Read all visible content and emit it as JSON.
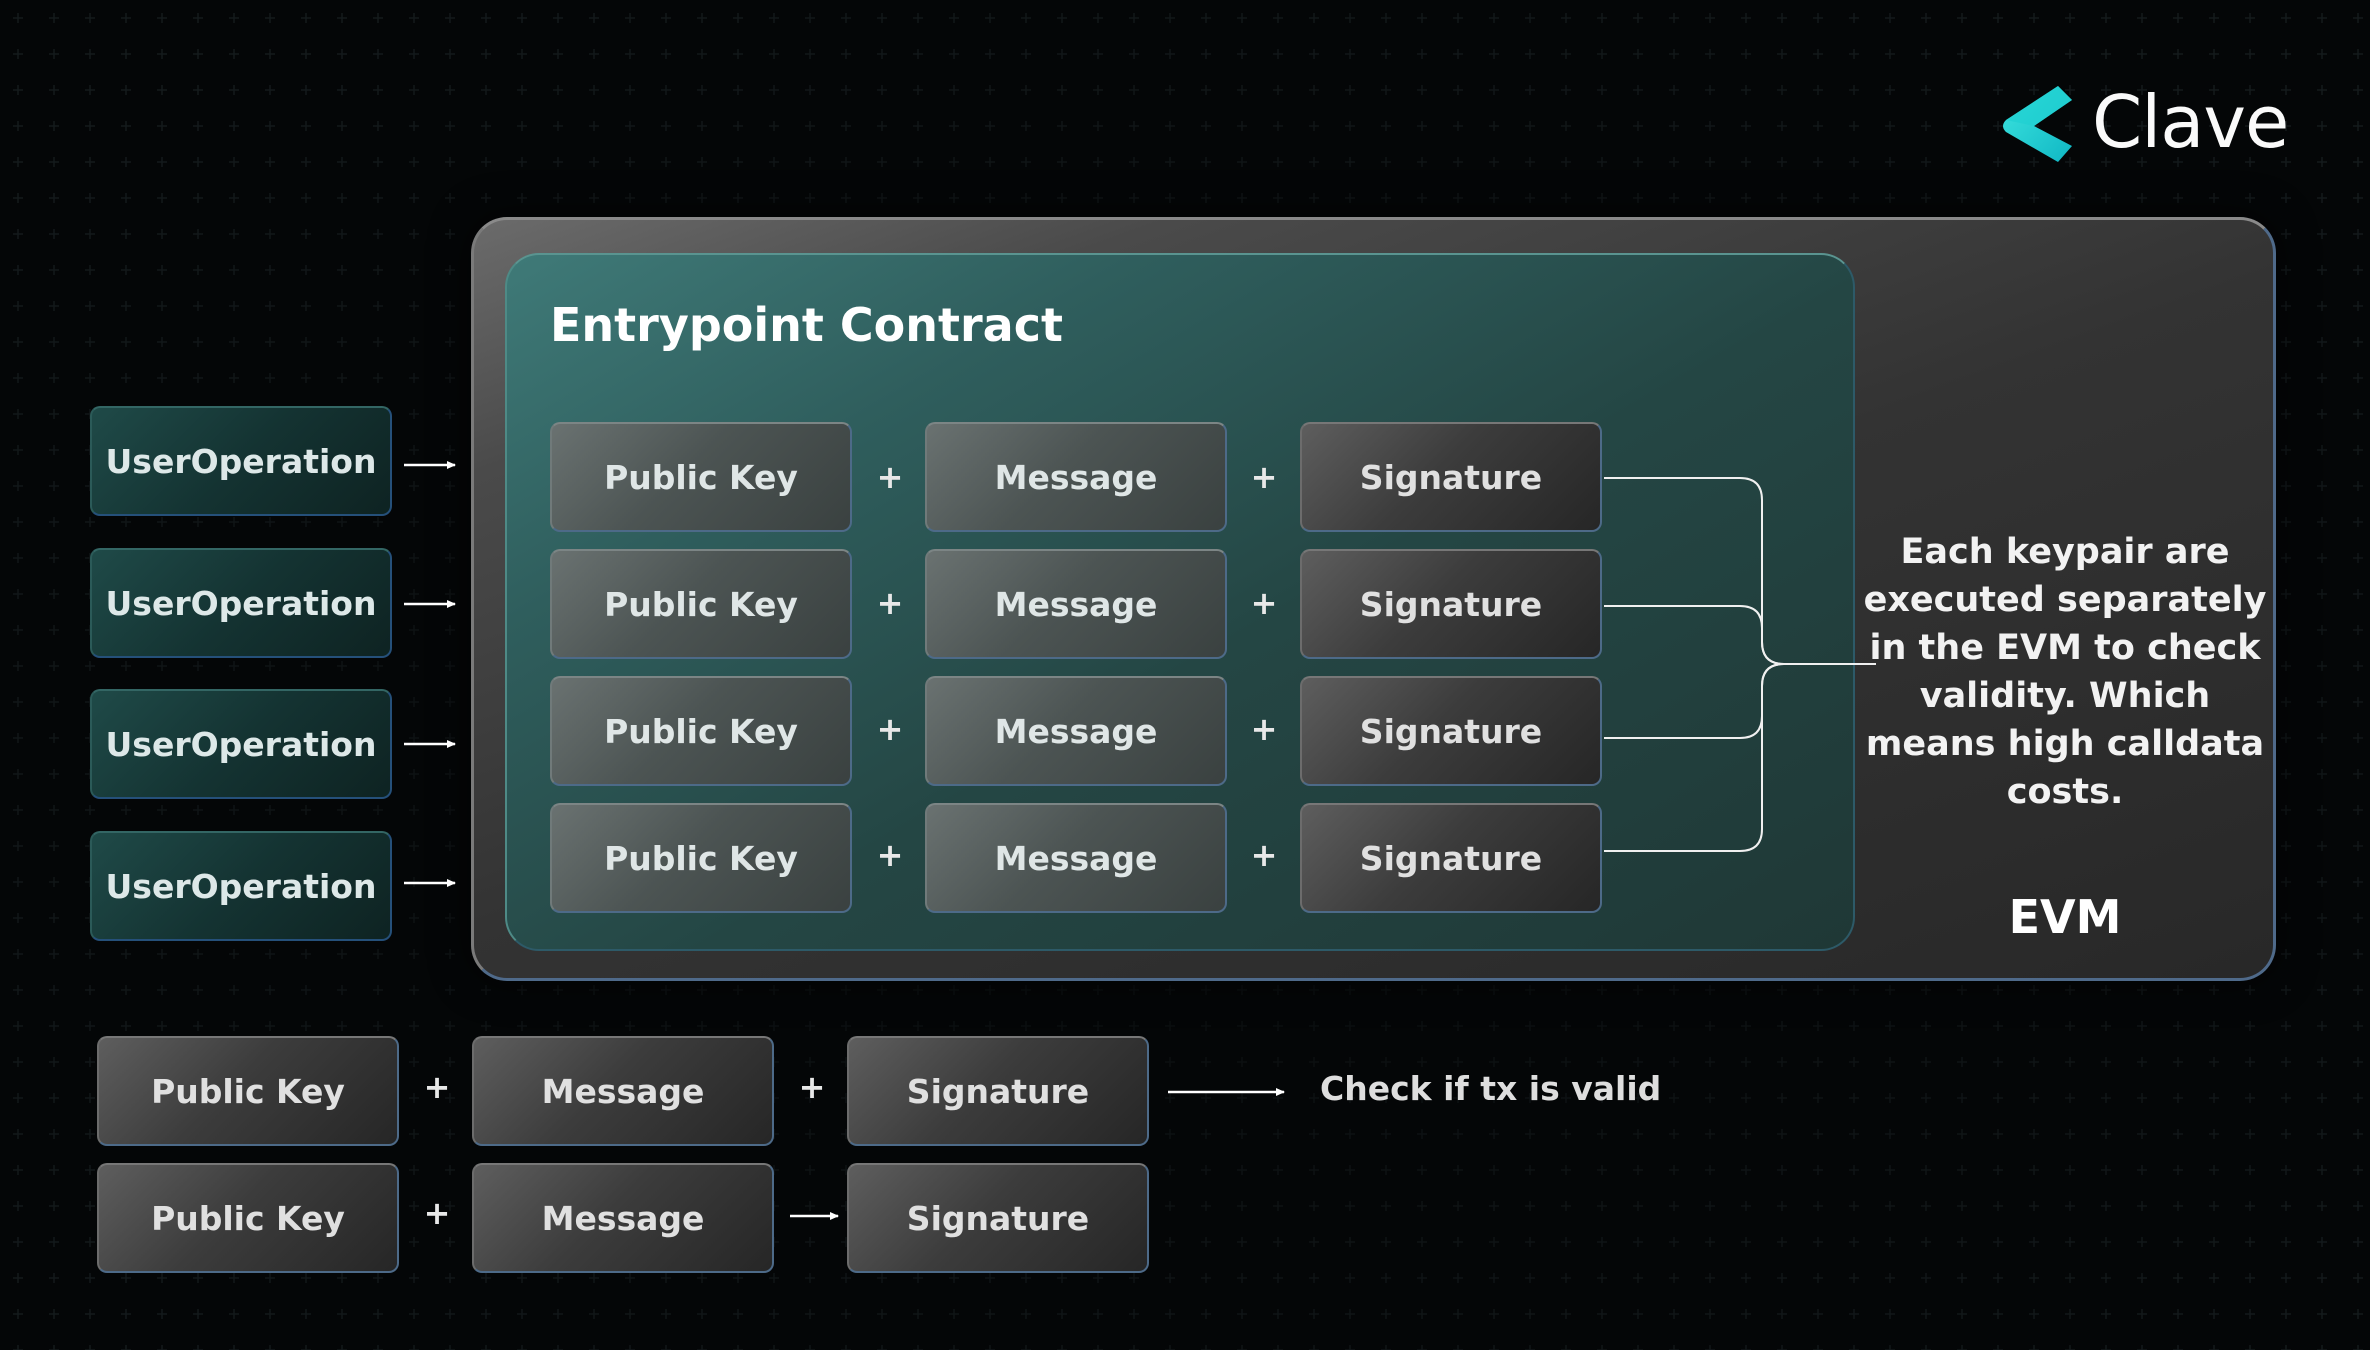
{
  "logo": {
    "text": "Clave",
    "icon": "clave-chevron-icon",
    "accent": "#22d3d3"
  },
  "evm": {
    "label": "EVM",
    "description": "Each keypair are executed separately in the EVM to check validity. Which means high calldata costs."
  },
  "entrypoint": {
    "title": "Entrypoint Contract"
  },
  "user_operations": [
    "UserOperation",
    "UserOperation",
    "UserOperation",
    "UserOperation"
  ],
  "contract_rows": [
    {
      "public_key": "Public Key",
      "op1": "+",
      "message": "Message",
      "op2": "+",
      "signature": "Signature"
    },
    {
      "public_key": "Public Key",
      "op1": "+",
      "message": "Message",
      "op2": "+",
      "signature": "Signature"
    },
    {
      "public_key": "Public Key",
      "op1": "+",
      "message": "Message",
      "op2": "+",
      "signature": "Signature"
    },
    {
      "public_key": "Public Key",
      "op1": "+",
      "message": "Message",
      "op2": "+",
      "signature": "Signature"
    }
  ],
  "bottom_rows": [
    {
      "public_key": "Public Key",
      "op1": "+",
      "message": "Message",
      "op2": "+",
      "signature": "Signature",
      "result": "Check if tx is valid"
    },
    {
      "public_key": "Public Key",
      "op1": "+",
      "message": "Message",
      "signature": "Signature"
    }
  ],
  "colors": {
    "background": "#040607",
    "entry_teal": "#2f5e5d",
    "evm_gray": "#333333",
    "border_blue": "#4d6a88"
  }
}
